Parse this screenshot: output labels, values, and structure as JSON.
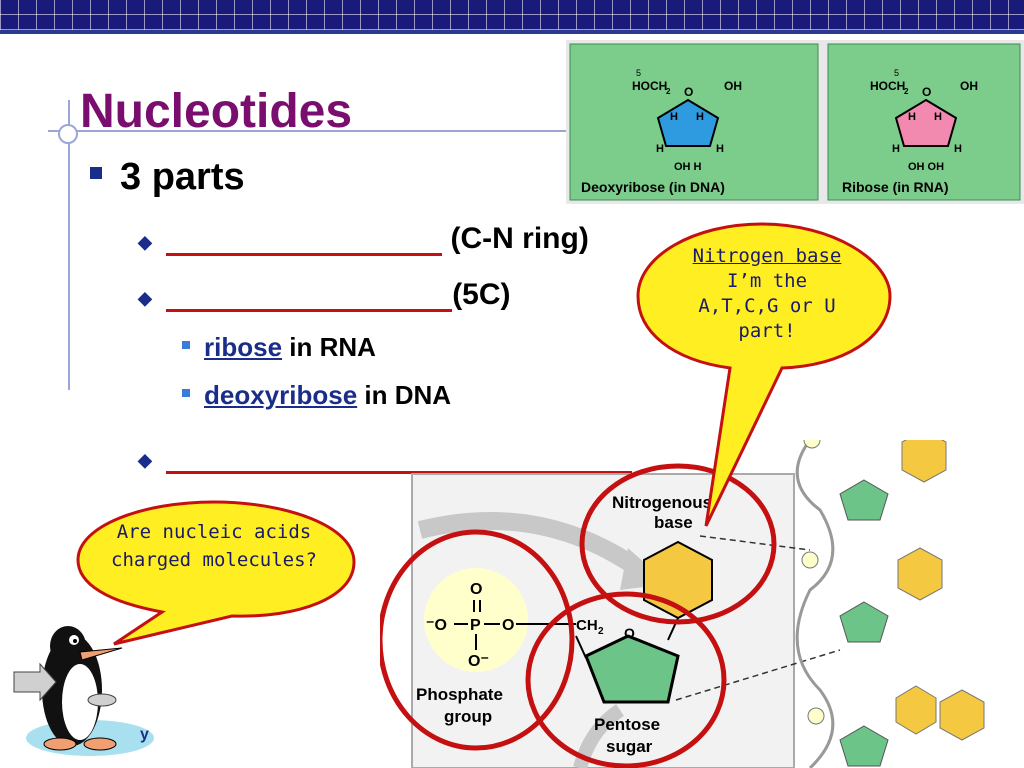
{
  "slide": {
    "title": "Nucleotides",
    "bullet_main": "3 parts",
    "sub1_suffix": "(C-N ring)",
    "sub2_suffix": "(5C)",
    "sub_sub": [
      {
        "term": "ribose",
        "rest": "in RNA"
      },
      {
        "term": "deoxyribose",
        "rest": "in DNA"
      }
    ],
    "footer_fragment": "y"
  },
  "sugar_panels": [
    {
      "caption": "Deoxyribose (in DNA)",
      "hoch2": "HOCH",
      "sub2": "2",
      "oh": "OH",
      "o": "O",
      "bottom": "OH  H",
      "ring_color": "#2e9be0"
    },
    {
      "caption": "Ribose (in RNA)",
      "hoch2": "HOCH",
      "sub2": "2",
      "oh": "OH",
      "o": "O",
      "bottom": "OH  OH",
      "ring_color": "#f28ab0"
    }
  ],
  "callouts": {
    "nitrogen": {
      "title": "Nitrogen base",
      "line2": "I’m the",
      "line3": "A,T,C,G or U",
      "line4": "part!"
    },
    "question": {
      "line1": "Are nucleic acids",
      "line2": "charged molecules?"
    }
  },
  "diagram": {
    "nitrogenous_base": [
      "Nitrogenous",
      "base"
    ],
    "phosphate_label": [
      "Phosphate",
      "group"
    ],
    "pentose_label": [
      "Pentose",
      "sugar"
    ],
    "phosphate_formula": {
      "o_top": "O",
      "minus_o": "⁻O",
      "p": "P",
      "o_right": "O",
      "o_bottom": "O⁻",
      "ch2": "CH",
      "ch2_sub": "2",
      "ring_o": "O"
    }
  },
  "colors": {
    "title": "#7a0e6e",
    "accent_blue": "#1a2d8a",
    "callout_yellow": "#ffee22",
    "circle_red": "#c41010",
    "hexagon_yellow": "#f5c842",
    "pentagon_green": "#6cc488"
  }
}
